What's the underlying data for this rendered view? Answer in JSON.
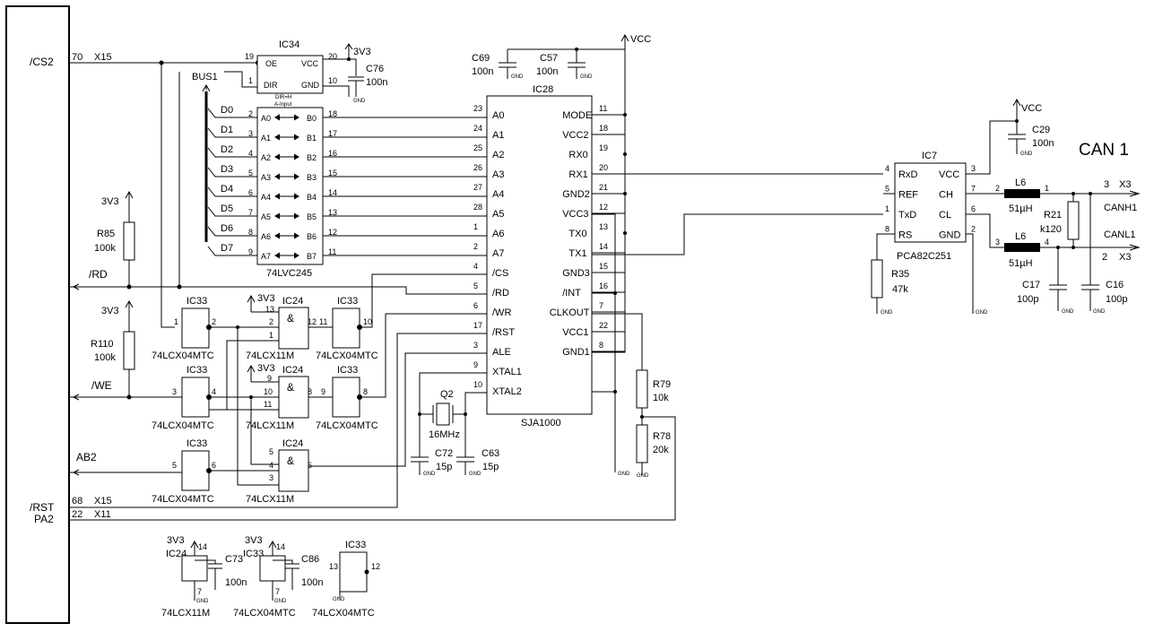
{
  "title": "CAN 1",
  "connector": {
    "cs2": "/CS2",
    "cs2_pin": "70",
    "cs2_ref": "X15",
    "rst": "/RST",
    "rst_pin": "68",
    "rst_ref": "X15",
    "pa2": "PA2",
    "pa2_pin": "22",
    "pa2_ref": "X11"
  },
  "signals": {
    "rd": "/RD",
    "we": "/WE",
    "ab2": "AB2",
    "bus": "BUS1",
    "canh": "CANH1",
    "canl": "CANL1",
    "x3a": "X3",
    "x3b": "X3",
    "x3a_pin": "3",
    "x3b_pin": "2"
  },
  "power": {
    "v33": "3V3",
    "vcc": "VCC",
    "gnd": "GND"
  },
  "ic34": {
    "ref": "IC34",
    "part": "74LVC245",
    "pins": {
      "oe": "OE",
      "vcc": "VCC",
      "dir": "DIR",
      "gnd": "GND",
      "note1": "DIR=H",
      "note2": "A-Input",
      "p19": "19",
      "p1": "1",
      "p20": "20",
      "p10": "10"
    },
    "a": [
      "A0",
      "A1",
      "A2",
      "A3",
      "A4",
      "A5",
      "A6",
      "A7"
    ],
    "b": [
      "B0",
      "B1",
      "B2",
      "B3",
      "B4",
      "B5",
      "B6",
      "B7"
    ],
    "apins": [
      "2",
      "3",
      "4",
      "5",
      "6",
      "7",
      "8",
      "9"
    ],
    "bpins": [
      "18",
      "17",
      "16",
      "15",
      "14",
      "13",
      "12",
      "11"
    ],
    "d": [
      "D0",
      "D1",
      "D2",
      "D3",
      "D4",
      "D5",
      "D6",
      "D7"
    ]
  },
  "ic28": {
    "ref": "IC28",
    "part": "SJA1000",
    "left": [
      "A0",
      "A1",
      "A2",
      "A3",
      "A4",
      "A5",
      "A6",
      "A7",
      "/CS",
      "/RD",
      "/WR",
      "/RST",
      "ALE",
      "XTAL1",
      "XTAL2"
    ],
    "leftpins": [
      "23",
      "24",
      "25",
      "26",
      "27",
      "28",
      "1",
      "2",
      "4",
      "5",
      "6",
      "17",
      "3",
      "9",
      "10"
    ],
    "right": [
      "MODE",
      "VCC2",
      "RX0",
      "RX1",
      "GND2",
      "VCC3",
      "TX0",
      "TX1",
      "GND3",
      "/INT",
      "CLKOUT",
      "VCC1",
      "GND1"
    ],
    "rightpins": [
      "11",
      "18",
      "19",
      "20",
      "21",
      "12",
      "13",
      "14",
      "15",
      "16",
      "7",
      "22",
      "8"
    ]
  },
  "ic7": {
    "ref": "IC7",
    "part": "PCA82C251",
    "left": [
      "RxD",
      "REF",
      "TxD",
      "RS"
    ],
    "leftpins": [
      "4",
      "5",
      "1",
      "8"
    ],
    "right": [
      "VCC",
      "CH",
      "CL",
      "GND"
    ],
    "rightpins": [
      "3",
      "7",
      "6",
      "2"
    ]
  },
  "gates": {
    "inv": "74LCX04MTC",
    "and": "74LCX11M",
    "ic33": "IC33",
    "ic24": "IC24",
    "amp": "&",
    "g1": {
      "in": "1",
      "out": "2"
    },
    "g2": {
      "in1": "13",
      "in2": "2",
      "in3": "1",
      "out": "12"
    },
    "g3": {
      "in": "11",
      "out": "10"
    },
    "g4": {
      "in": "3",
      "out": "4"
    },
    "g5": {
      "in1": "9",
      "in2": "10",
      "in3": "11",
      "out": "8"
    },
    "g6": {
      "in": "9",
      "out": "8"
    },
    "g7": {
      "in": "5",
      "out": "6"
    },
    "g8": {
      "in1": "5",
      "in2": "4",
      "in3": "3",
      "out": "6"
    },
    "g9": {
      "in": "13",
      "out": "12"
    }
  },
  "components": {
    "c69": {
      "ref": "C69",
      "val": "100n"
    },
    "c57": {
      "ref": "C57",
      "val": "100n"
    },
    "c76": {
      "ref": "C76",
      "val": "100n"
    },
    "c29": {
      "ref": "C29",
      "val": "100n"
    },
    "c72": {
      "ref": "C72",
      "val": "15p"
    },
    "c63": {
      "ref": "C63",
      "val": "15p"
    },
    "c17": {
      "ref": "C17",
      "val": "100p"
    },
    "c16": {
      "ref": "C16",
      "val": "100p"
    },
    "c73": {
      "ref": "C73",
      "val": "100n"
    },
    "c86": {
      "ref": "C86",
      "val": "100n"
    },
    "r85": {
      "ref": "R85",
      "val": "100k"
    },
    "r110": {
      "ref": "R110",
      "val": "100k"
    },
    "r79": {
      "ref": "R79",
      "val": "10k"
    },
    "r78": {
      "ref": "R78",
      "val": "20k"
    },
    "r35": {
      "ref": "R35",
      "val": "47k"
    },
    "r21": {
      "ref": "R21",
      "val": "k120"
    },
    "l6a": {
      "ref": "L6",
      "val": "51µH",
      "p1": "2",
      "p2": "1"
    },
    "l6b": {
      "ref": "L6",
      "val": "51µH",
      "p1": "3",
      "p2": "4"
    },
    "q2": {
      "ref": "Q2",
      "val": "16MHz"
    },
    "pin1": "1",
    "pin7": "7",
    "pin14": "14"
  }
}
